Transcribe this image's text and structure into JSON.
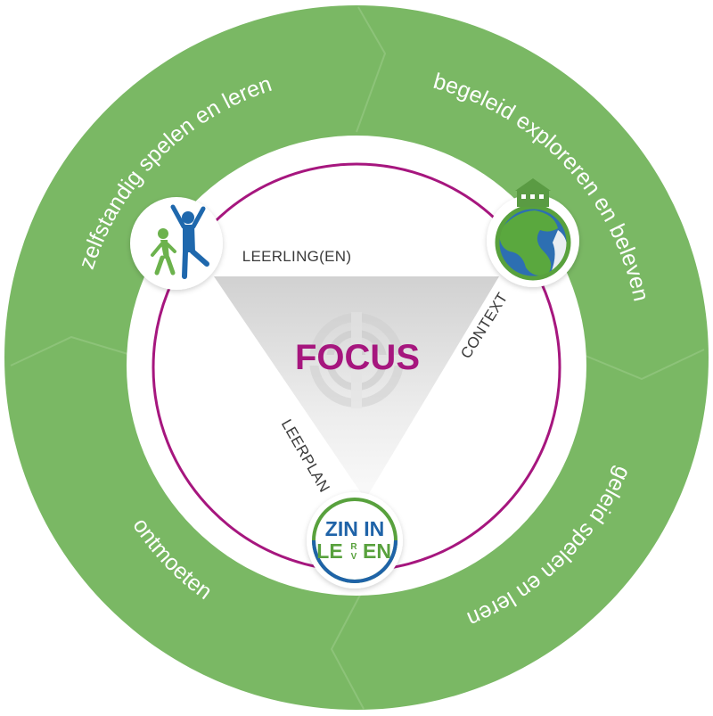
{
  "segments": {
    "top_left": "zelfstandig spelen en leren",
    "top_right": "begeleid exploreren en beleven",
    "bottom_right": "geleid spelen en leren",
    "bottom_left": "ontmoeten"
  },
  "triangle": {
    "top_edge": "LEERLING(EN)",
    "right_edge": "CONTEXT",
    "left_edge": "LEERPLAN",
    "center": "FOCUS"
  },
  "logo": {
    "line1": "ZIN IN",
    "line2_a": "LE",
    "line2_b": "EN",
    "small_r": "R",
    "small_v": "V"
  },
  "colors": {
    "ring_green": "#7ab864",
    "ring_seam": "#8dc379",
    "accent_magenta": "#a6167e",
    "logo_blue": "#1f63a8",
    "logo_green": "#58a13d",
    "child_green": "#6cb24d",
    "child_blue": "#1f68ad"
  },
  "icons": [
    "children-icon",
    "globe-icon",
    "school-building-icon",
    "target-icon",
    "zin-in-leven-logo"
  ]
}
